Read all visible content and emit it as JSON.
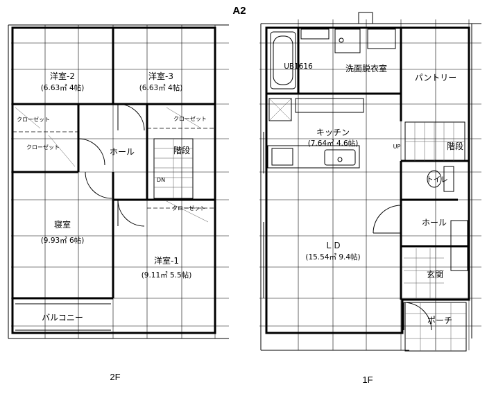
{
  "title": "A2",
  "floor2": {
    "label": "2F",
    "rooms": {
      "western2_name": "洋室-2",
      "western2_area": "(6.63㎡ 4帖)",
      "western3_name": "洋室-3",
      "western3_area": "(6.63㎡ 4帖)",
      "closet_a": "クローゼット",
      "closet_b": "クローゼット",
      "closet_c": "クローゼット",
      "closet_d": "クローゼット",
      "hall": "ホール",
      "stairs": "階段",
      "down": "DN",
      "bedroom_name": "寝室",
      "bedroom_area": "(9.93㎡ 6帖)",
      "western1_name": "洋室-1",
      "western1_area": "(9.11㎡ 5.5帖)",
      "balcony": "バルコニー"
    }
  },
  "floor1": {
    "label": "1F",
    "rooms": {
      "bath": "UB1616",
      "washroom": "洗面脱衣室",
      "pantry": "パントリー",
      "kitchen_name": "キッチン",
      "kitchen_area": "(7.64㎡ 4.6帖)",
      "up": "UP",
      "stairs": "階段",
      "toilet": "トイレ",
      "hall": "ホール",
      "ld_name": "ＬＤ",
      "ld_area": "(15.54㎡ 9.4帖)",
      "entrance": "玄関",
      "porch": "ポーチ"
    }
  }
}
